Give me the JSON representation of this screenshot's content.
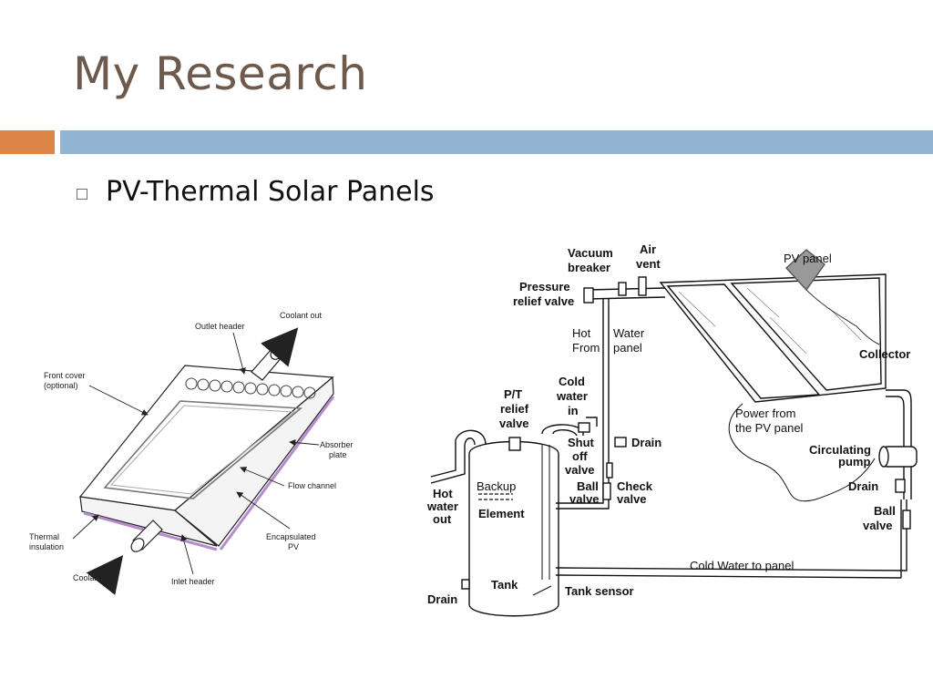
{
  "slide": {
    "title": "My Research",
    "bullet": "PV-Thermal Solar Panels"
  },
  "left_diagram": {
    "labels": {
      "coolant_out": "Coolant out",
      "outlet_header": "Outlet header",
      "front_cover_1": "Front cover",
      "front_cover_2": "(optional)",
      "absorber_1": "Absorber",
      "absorber_2": "plate",
      "flow_channel": "Flow channel",
      "thermal_1": "Thermal",
      "thermal_2": "insulation",
      "encapsulated_1": "Encapsulated",
      "encapsulated_2": "PV",
      "coolant_in": "Coolant in",
      "inlet_header": "Inlet header"
    }
  },
  "right_diagram": {
    "labels": {
      "vacuum_1": "Vacuum",
      "vacuum_2": "breaker",
      "air_1": "Air",
      "air_2": "vent",
      "pv_panel": "PV panel",
      "pressure_1": "Pressure",
      "pressure_2": "relief valve",
      "hot_1": "Hot",
      "hot_2": "From",
      "water_1": "Water",
      "water_2": "panel",
      "collector": "Collector",
      "cold_in_1": "Cold",
      "cold_in_2": "water",
      "cold_in_3": "in",
      "pt_1": "P/T",
      "pt_2": "relief",
      "pt_3": "valve",
      "power_1": "Power from",
      "power_2": "the PV panel",
      "drain_top": "Drain",
      "shut_1": "Shut",
      "shut_2": "off",
      "shut_3": "valve",
      "circ_1": "Circulating",
      "circ_2": "pump",
      "ball_left_1": "Ball",
      "ball_left_2": "valve",
      "check_1": "Check",
      "check_2": "valve",
      "drain_right": "Drain",
      "hot_out_1": "Hot",
      "hot_out_2": "water",
      "hot_out_3": "out",
      "backup": "Backup",
      "element": "Element",
      "ball_right_1": "Ball",
      "ball_right_2": "valve",
      "cold_to_panel": "Cold Water to panel",
      "tank": "Tank",
      "tank_sensor": "Tank sensor",
      "drain_bottom": "Drain"
    }
  }
}
